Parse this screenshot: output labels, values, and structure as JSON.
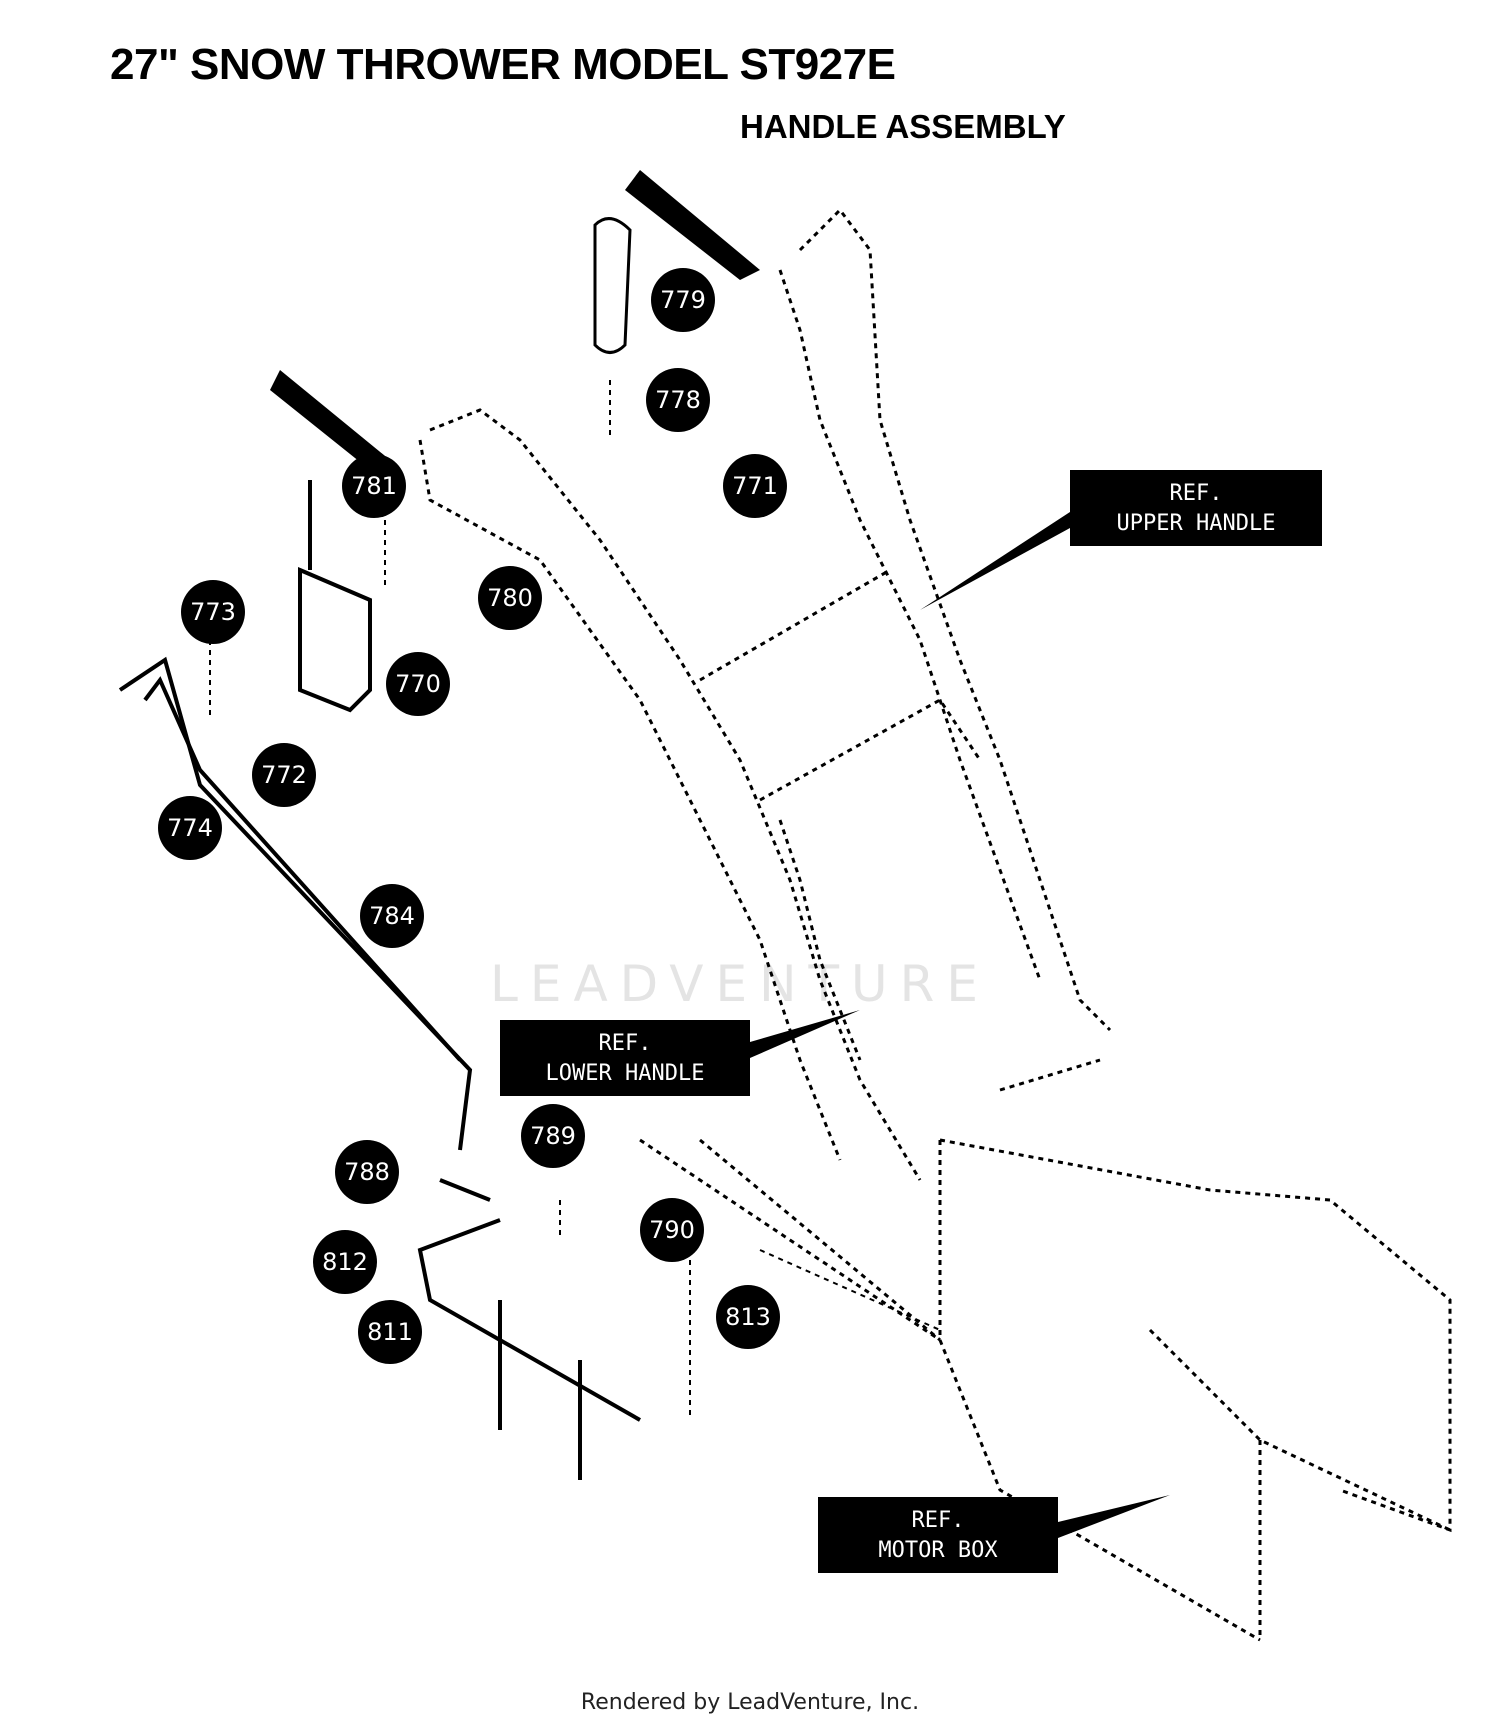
{
  "title": "27\" SNOW THROWER MODEL ST927E",
  "subtitle": "HANDLE ASSEMBLY",
  "watermark": "LEADVENTURE",
  "footer": "Rendered by LeadVenture, Inc.",
  "callouts": [
    "779",
    "778",
    "771",
    "781",
    "780",
    "773",
    "770",
    "772",
    "774",
    "784",
    "789",
    "788",
    "790",
    "812",
    "813",
    "811"
  ],
  "ref_labels": {
    "upper_handle": [
      "REF.",
      "UPPER HANDLE"
    ],
    "lower_handle": [
      "REF.",
      "LOWER HANDLE"
    ],
    "motor_box": [
      "REF.",
      "MOTOR BOX"
    ]
  }
}
